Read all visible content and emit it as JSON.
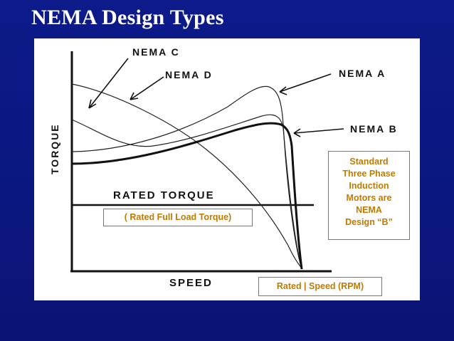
{
  "slide": {
    "title": "NEMA Design Types"
  },
  "diagram": {
    "y_axis_label": "TORQUE",
    "x_axis_label": "SPEED",
    "rated_torque_label": "RATED TORQUE",
    "curves": {
      "nema_a": "NEMA A",
      "nema_b": "NEMA B",
      "nema_c": "NEMA C",
      "nema_d": "NEMA D"
    }
  },
  "notes": {
    "design_b_lines": [
      "Standard",
      "Three Phase",
      "Induction",
      "Motors are",
      "NEMA",
      "Design “B”"
    ],
    "rated_full_load": "( Rated Full Load Torque)",
    "rated_speed": "Rated  |  Speed (RPM)"
  },
  "colors": {
    "background": "#0d1a8a",
    "note_text": "#c07a00"
  }
}
